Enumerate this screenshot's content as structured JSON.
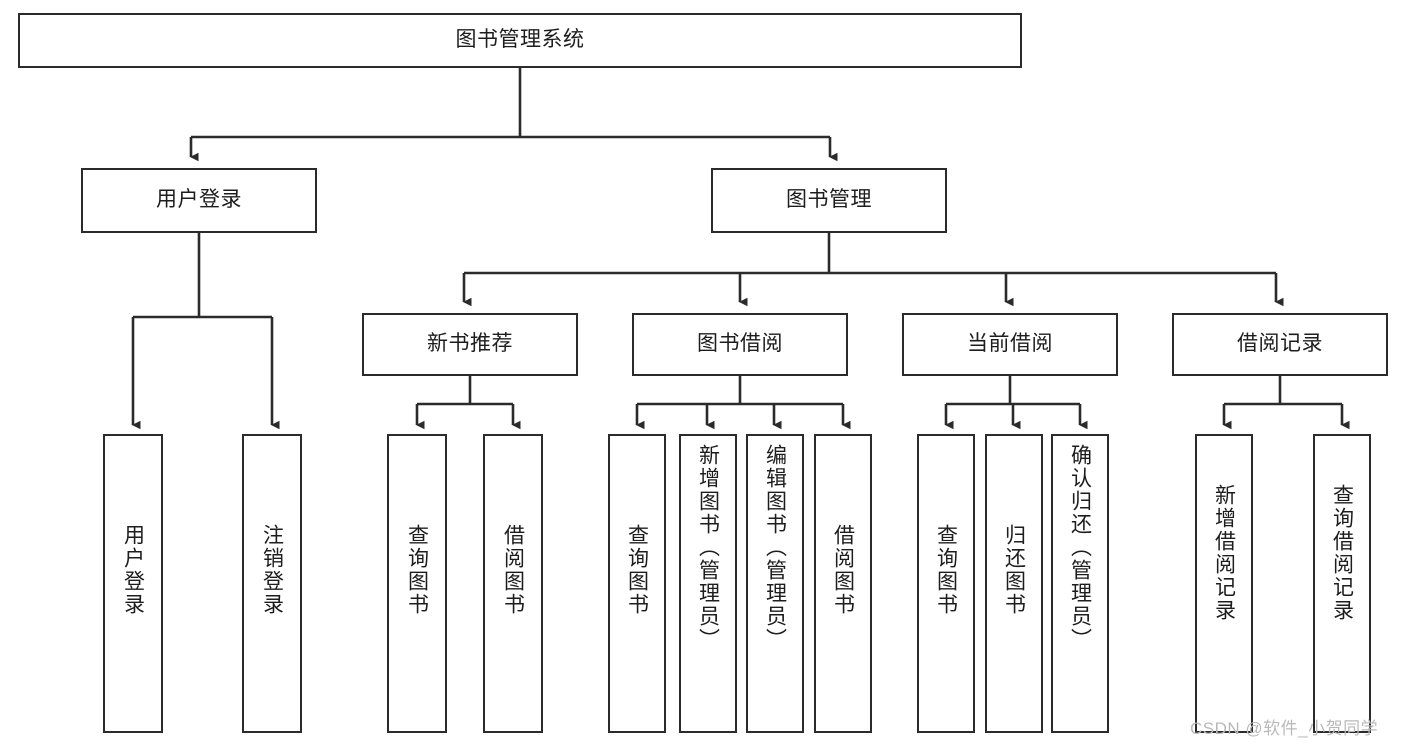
{
  "diagram": {
    "type": "tree-hierarchy",
    "title": "图书管理系统",
    "levels": 4,
    "nodes": {
      "root": {
        "label": "图书管理系统",
        "orientation": "horizontal"
      },
      "l2": [
        {
          "id": "user-login",
          "label": "用户登录",
          "orientation": "horizontal"
        },
        {
          "id": "book-management",
          "label": "图书管理",
          "orientation": "horizontal"
        }
      ],
      "l3": [
        {
          "id": "new-book-recommend",
          "label": "新书推荐",
          "orientation": "horizontal"
        },
        {
          "id": "book-borrow",
          "label": "图书借阅",
          "orientation": "horizontal"
        },
        {
          "id": "current-borrow",
          "label": "当前借阅",
          "orientation": "horizontal"
        },
        {
          "id": "borrow-record",
          "label": "借阅记录",
          "orientation": "horizontal"
        }
      ],
      "leaves": [
        {
          "id": "leaf-user-login",
          "label": "用户登录",
          "parent": "user-login"
        },
        {
          "id": "leaf-logout-login",
          "label": "注销登录",
          "parent": "user-login"
        },
        {
          "id": "leaf-query-book-1",
          "label": "查询图书",
          "parent": "new-book-recommend"
        },
        {
          "id": "leaf-borrow-book-1",
          "label": "借阅图书",
          "parent": "new-book-recommend"
        },
        {
          "id": "leaf-query-book-2",
          "label": "查询图书",
          "parent": "book-borrow"
        },
        {
          "id": "leaf-add-book-admin",
          "label": "新增图书（管理员）",
          "parent": "book-borrow"
        },
        {
          "id": "leaf-edit-book-admin",
          "label": "编辑图书（管理员）",
          "parent": "book-borrow"
        },
        {
          "id": "leaf-borrow-book-2",
          "label": "借阅图书",
          "parent": "book-borrow"
        },
        {
          "id": "leaf-query-book-3",
          "label": "查询图书",
          "parent": "current-borrow"
        },
        {
          "id": "leaf-return-book",
          "label": "归还图书",
          "parent": "current-borrow"
        },
        {
          "id": "leaf-confirm-return-admin",
          "label": "确认归还（管理员）",
          "parent": "current-borrow"
        },
        {
          "id": "leaf-add-borrow-record",
          "label": "新增借阅记录",
          "parent": "borrow-record"
        },
        {
          "id": "leaf-query-borrow-record",
          "label": "查询借阅记录",
          "parent": "borrow-record"
        }
      ]
    },
    "colors": {
      "stroke": "#2b2b2b",
      "fill": "#ffffff",
      "text": "#1d1d1d",
      "watermark": "#b9b9b9"
    }
  },
  "watermark": {
    "text": "CSDN @软件_小贺同学"
  }
}
